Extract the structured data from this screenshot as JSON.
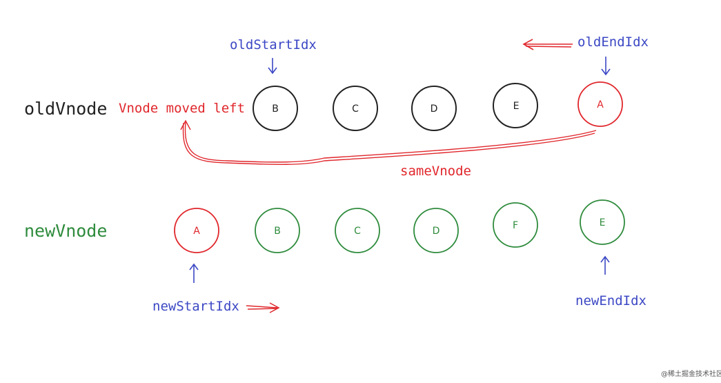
{
  "colors": {
    "old": "#222222",
    "new": "#2e8b3c",
    "moved": "#e0262b",
    "pointer": "#3b47c4",
    "watermark": "#555555"
  },
  "rows": {
    "old_label": "oldVnode",
    "new_label": "newVnode"
  },
  "old_nodes": [
    {
      "label": "B",
      "tone": "old"
    },
    {
      "label": "C",
      "tone": "old"
    },
    {
      "label": "D",
      "tone": "old"
    },
    {
      "label": "E",
      "tone": "old"
    },
    {
      "label": "A",
      "tone": "moved"
    }
  ],
  "new_nodes": [
    {
      "label": "A",
      "tone": "moved"
    },
    {
      "label": "B",
      "tone": "new"
    },
    {
      "label": "C",
      "tone": "new"
    },
    {
      "label": "D",
      "tone": "new"
    },
    {
      "label": "F",
      "tone": "new"
    },
    {
      "label": "E",
      "tone": "new"
    }
  ],
  "pointers": {
    "old_start": "oldStartIdx",
    "old_end": "oldEndIdx",
    "new_start": "newStartIdx",
    "new_end": "newEndIdx"
  },
  "annotations": {
    "moved_note": "Vnode moved left",
    "same_note": "sameVnode"
  },
  "watermark": "@稀土掘金技术社区"
}
